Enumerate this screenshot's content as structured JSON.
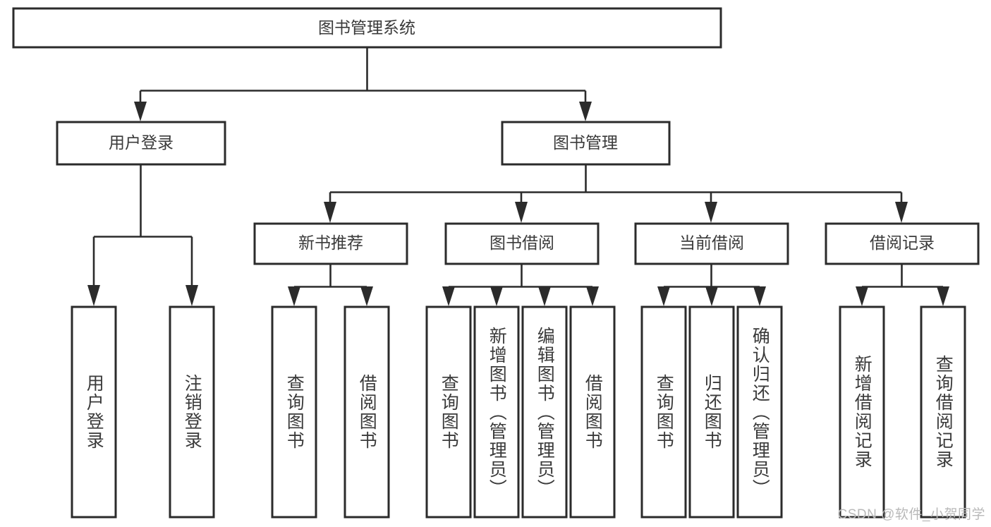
{
  "diagram": {
    "type": "hierarchy-tree",
    "title": "图书管理系统",
    "root": {
      "id": "root",
      "label": "图书管理系统",
      "orientation": "horizontal"
    },
    "level2": [
      {
        "id": "user-login",
        "label": "用户登录",
        "orientation": "horizontal"
      },
      {
        "id": "book-management",
        "label": "图书管理",
        "orientation": "horizontal"
      }
    ],
    "level3": [
      {
        "id": "new-book-recommend",
        "label": "新书推荐",
        "orientation": "horizontal",
        "parent": "book-management"
      },
      {
        "id": "book-borrow",
        "label": "图书借阅",
        "orientation": "horizontal",
        "parent": "book-management"
      },
      {
        "id": "current-borrow",
        "label": "当前借阅",
        "orientation": "horizontal",
        "parent": "book-management"
      },
      {
        "id": "borrow-record",
        "label": "借阅记录",
        "orientation": "horizontal",
        "parent": "book-management"
      }
    ],
    "leaves": [
      {
        "id": "leaf-user-login",
        "label": "用户登录",
        "orientation": "vertical",
        "parent": "user-login"
      },
      {
        "id": "leaf-logout",
        "label": "注销登录",
        "orientation": "vertical",
        "parent": "user-login"
      },
      {
        "id": "leaf-query-book-1",
        "label": "查询图书",
        "orientation": "vertical",
        "parent": "new-book-recommend"
      },
      {
        "id": "leaf-borrow-book-1",
        "label": "借阅图书",
        "orientation": "vertical",
        "parent": "new-book-recommend"
      },
      {
        "id": "leaf-query-book-2",
        "label": "查询图书",
        "orientation": "vertical",
        "parent": "book-borrow"
      },
      {
        "id": "leaf-add-book",
        "label": "新增图书（管理员）",
        "orientation": "vertical",
        "parent": "book-borrow"
      },
      {
        "id": "leaf-edit-book",
        "label": "编辑图书（管理员）",
        "orientation": "vertical",
        "parent": "book-borrow"
      },
      {
        "id": "leaf-borrow-book-2",
        "label": "借阅图书",
        "orientation": "vertical",
        "parent": "book-borrow"
      },
      {
        "id": "leaf-query-book-3",
        "label": "查询图书",
        "orientation": "vertical",
        "parent": "current-borrow"
      },
      {
        "id": "leaf-return-book",
        "label": "归还图书",
        "orientation": "vertical",
        "parent": "current-borrow"
      },
      {
        "id": "leaf-confirm-return",
        "label": "确认归还（管理员）",
        "orientation": "vertical",
        "parent": "current-borrow"
      },
      {
        "id": "leaf-add-record",
        "label": "新增借阅记录",
        "orientation": "vertical",
        "parent": "borrow-record"
      },
      {
        "id": "leaf-query-record",
        "label": "查询借阅记录",
        "orientation": "vertical",
        "parent": "borrow-record"
      }
    ],
    "colors": {
      "box_border": "#2b2b2b",
      "box_fill": "#ffffff",
      "connector": "#2b2b2b",
      "text": "#3a3a3a",
      "watermark": "#b9b9b9",
      "background": "#ffffff"
    }
  },
  "watermark": {
    "text": "CSDN @软件_小贺同学"
  }
}
